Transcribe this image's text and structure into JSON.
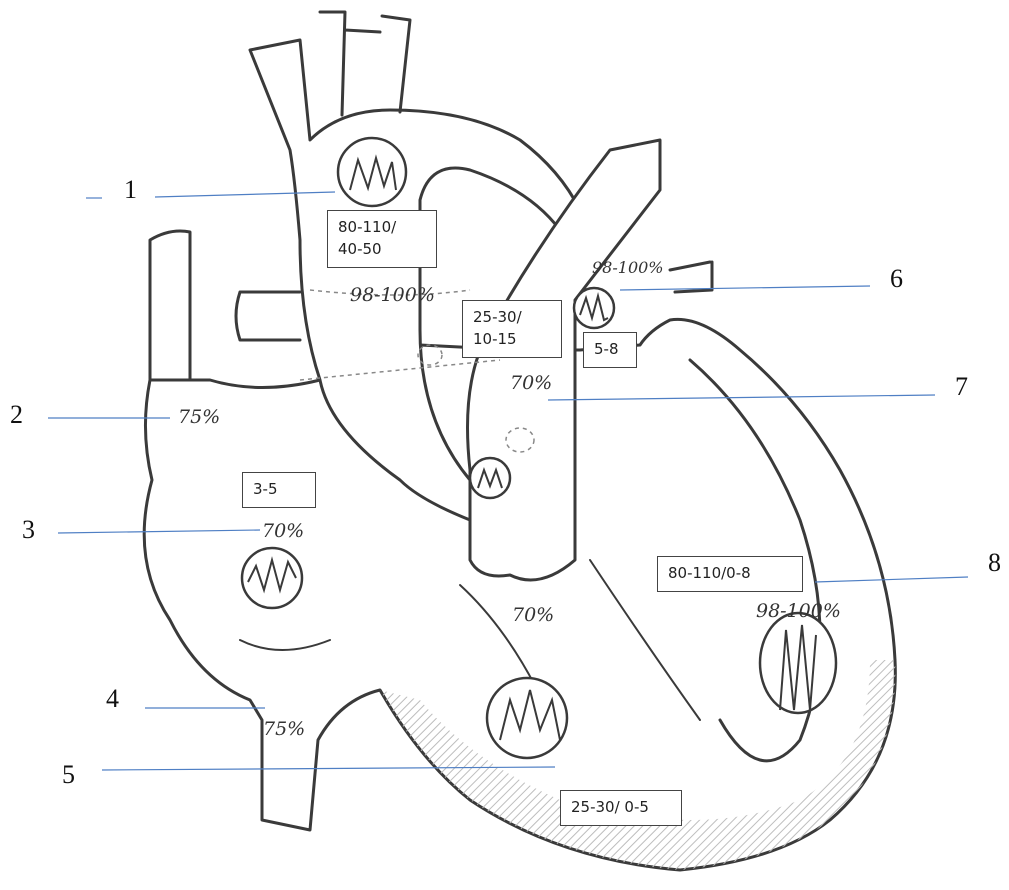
{
  "callouts": [
    "1",
    "2",
    "3",
    "4",
    "5",
    "6",
    "7",
    "8"
  ],
  "pressures": {
    "aorta_line1": "80-110/",
    "aorta_line2": "40-50",
    "pulmonary_line1": "25-30/",
    "pulmonary_line2": "10-15",
    "left_atrium": "5-8",
    "right_atrium": "3-5",
    "left_ventricle": "80-110/0-8",
    "right_ventricle": "25-30/ 0-5"
  },
  "saturations": {
    "aorta": "98-100%",
    "left_atrium": "98-100%",
    "pulmonary_artery": "70%",
    "svc_entry": "75%",
    "right_atrium": "70%",
    "right_ventricle": "70%",
    "ivc": "75%",
    "left_ventricle": "98-100%"
  },
  "colors": {
    "leader": "#4f7fc4",
    "pencil": "#3a3a3a",
    "shade": "#c9c9c9"
  }
}
